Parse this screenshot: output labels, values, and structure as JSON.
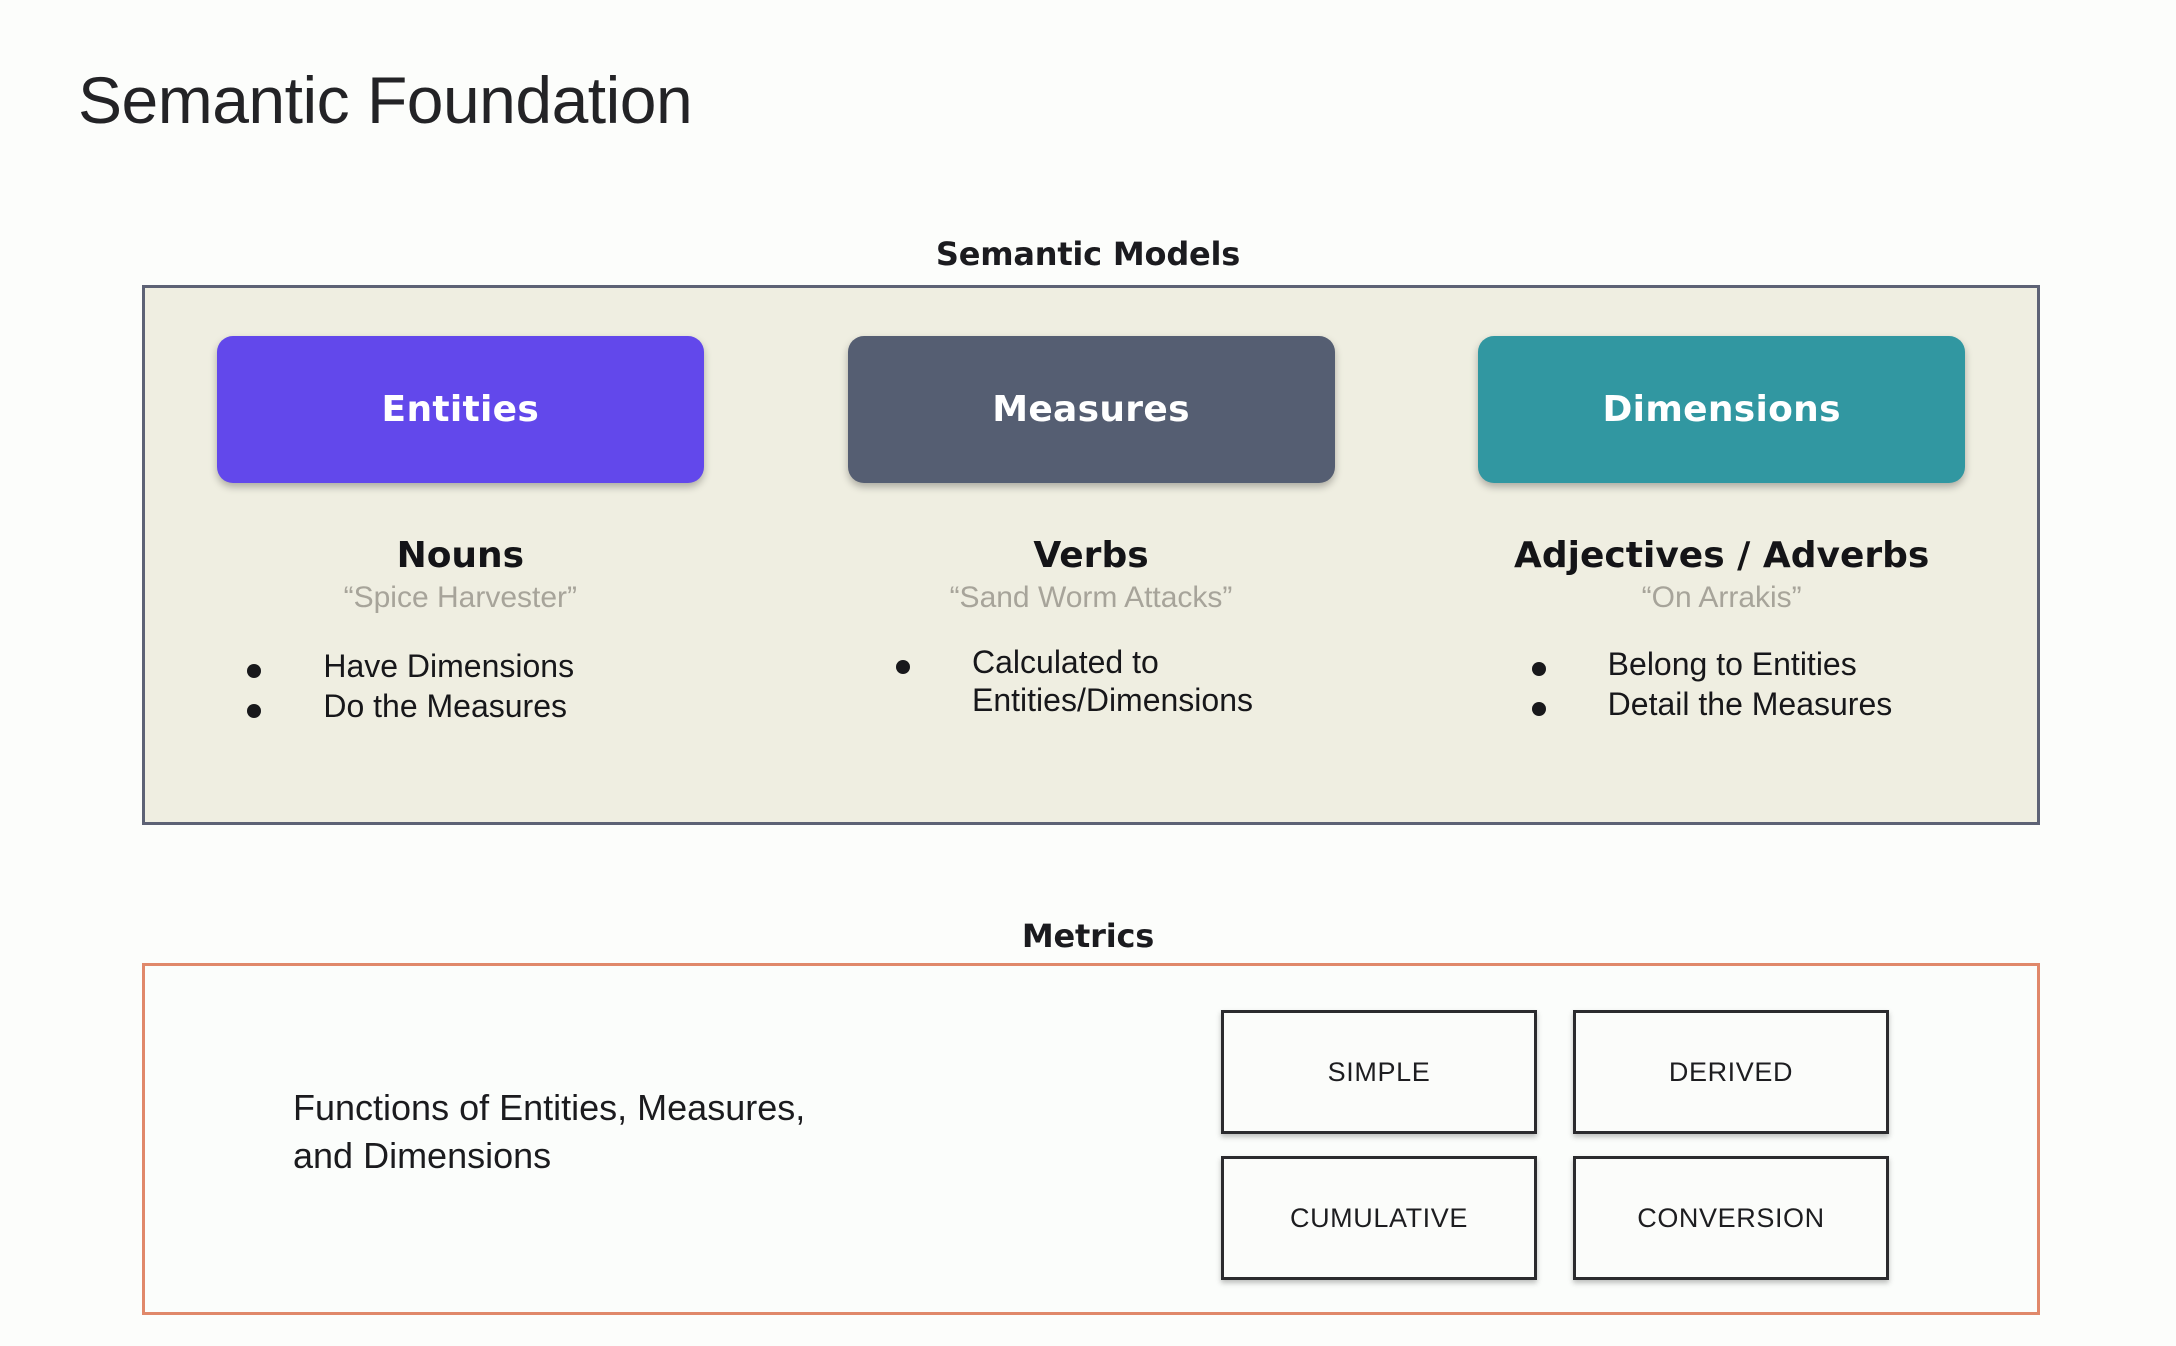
{
  "slide": {
    "title": "Semantic Foundation"
  },
  "semantic_models": {
    "caption": "Semantic Models",
    "panel_bg": "#efeee1",
    "panel_border": "#5d6275",
    "columns": [
      {
        "pill_label": "Entities",
        "pill_color": "#6248eb",
        "part_of_speech": "Nouns",
        "example": "“Spice Harvester”",
        "bullets": [
          "Have Dimensions",
          "Do the Measures"
        ]
      },
      {
        "pill_label": "Measures",
        "pill_color": "#555e72",
        "part_of_speech": "Verbs",
        "example": "“Sand Worm Attacks”",
        "bullets": [
          "Calculated to\nEntities/Dimensions"
        ]
      },
      {
        "pill_label": "Dimensions",
        "pill_color": "#3197a1",
        "part_of_speech": "Adjectives / Adverbs",
        "example": "“On Arrakis”",
        "bullets": [
          "Belong to Entities",
          "Detail the Measures"
        ]
      }
    ]
  },
  "metrics": {
    "caption": "Metrics",
    "panel_border": "#e0886a",
    "description": "Functions of Entities, Measures,\nand Dimensions",
    "types": [
      "SIMPLE",
      "DERIVED",
      "CUMULATIVE",
      "CONVERSION"
    ]
  }
}
